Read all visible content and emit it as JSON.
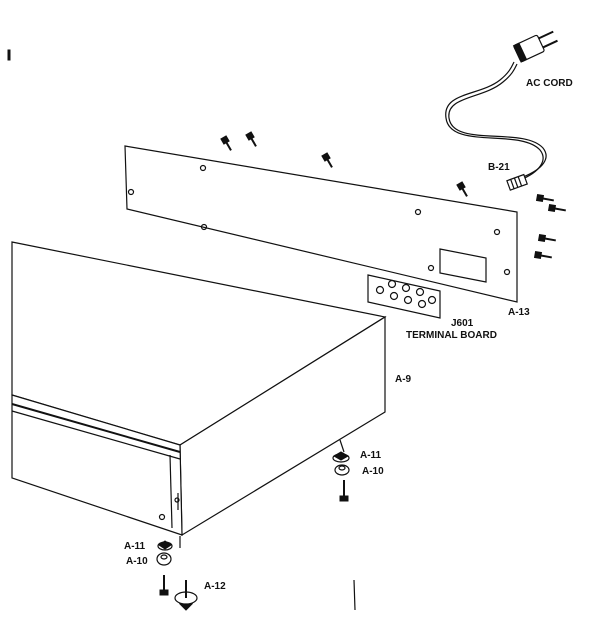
{
  "labels": {
    "ac_cord": "AC CORD",
    "b21": "B-21",
    "a13": "A-13",
    "j601": "J601",
    "terminal_board": "TERMINAL BOARD",
    "a9": "A-9",
    "a11_right": "A-11",
    "a10_right": "A-10",
    "a11_left": "A-11",
    "a10_left": "A-10",
    "a12": "A-12"
  }
}
